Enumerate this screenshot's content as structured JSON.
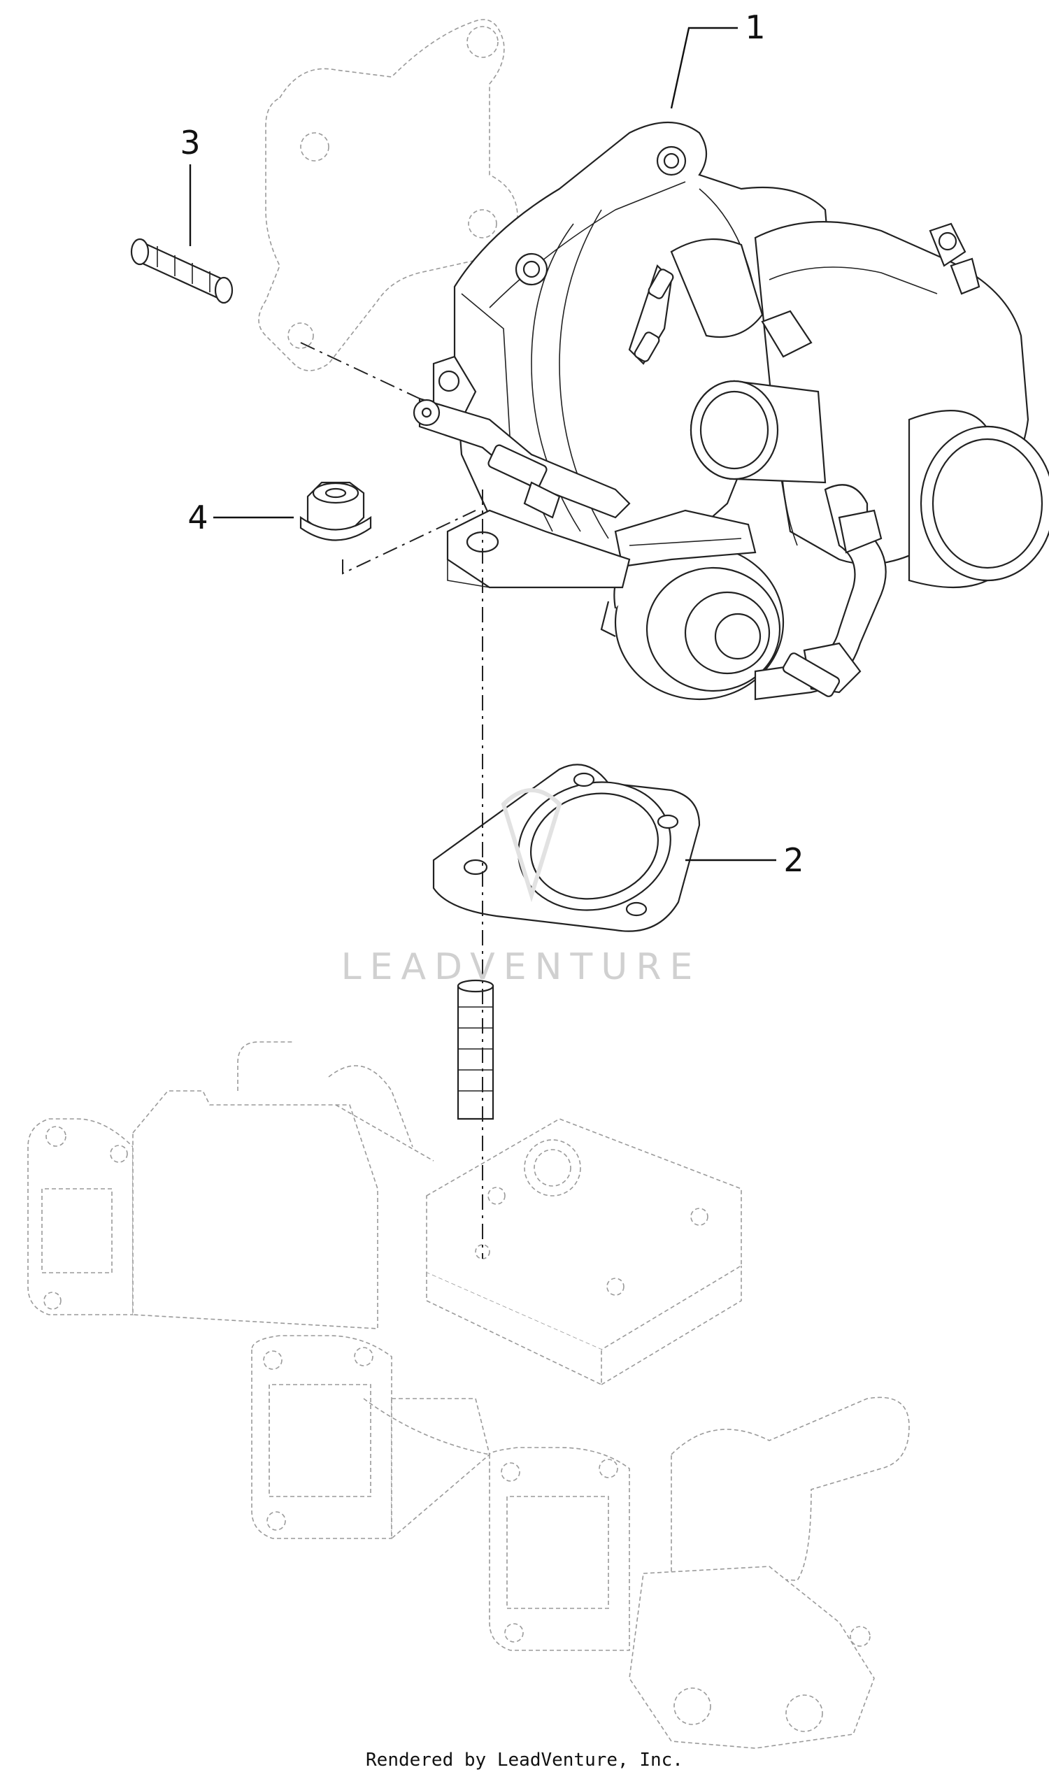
{
  "diagram": {
    "type": "exploded-parts-view",
    "callouts": [
      {
        "id": "1",
        "label": "1",
        "part": "turbocharger"
      },
      {
        "id": "2",
        "label": "2",
        "part": "gasket"
      },
      {
        "id": "3",
        "label": "3",
        "part": "stud"
      },
      {
        "id": "4",
        "label": "4",
        "part": "nut"
      }
    ],
    "watermark": "LEADVENTURE",
    "footer": "Rendered by LeadVenture, Inc."
  }
}
